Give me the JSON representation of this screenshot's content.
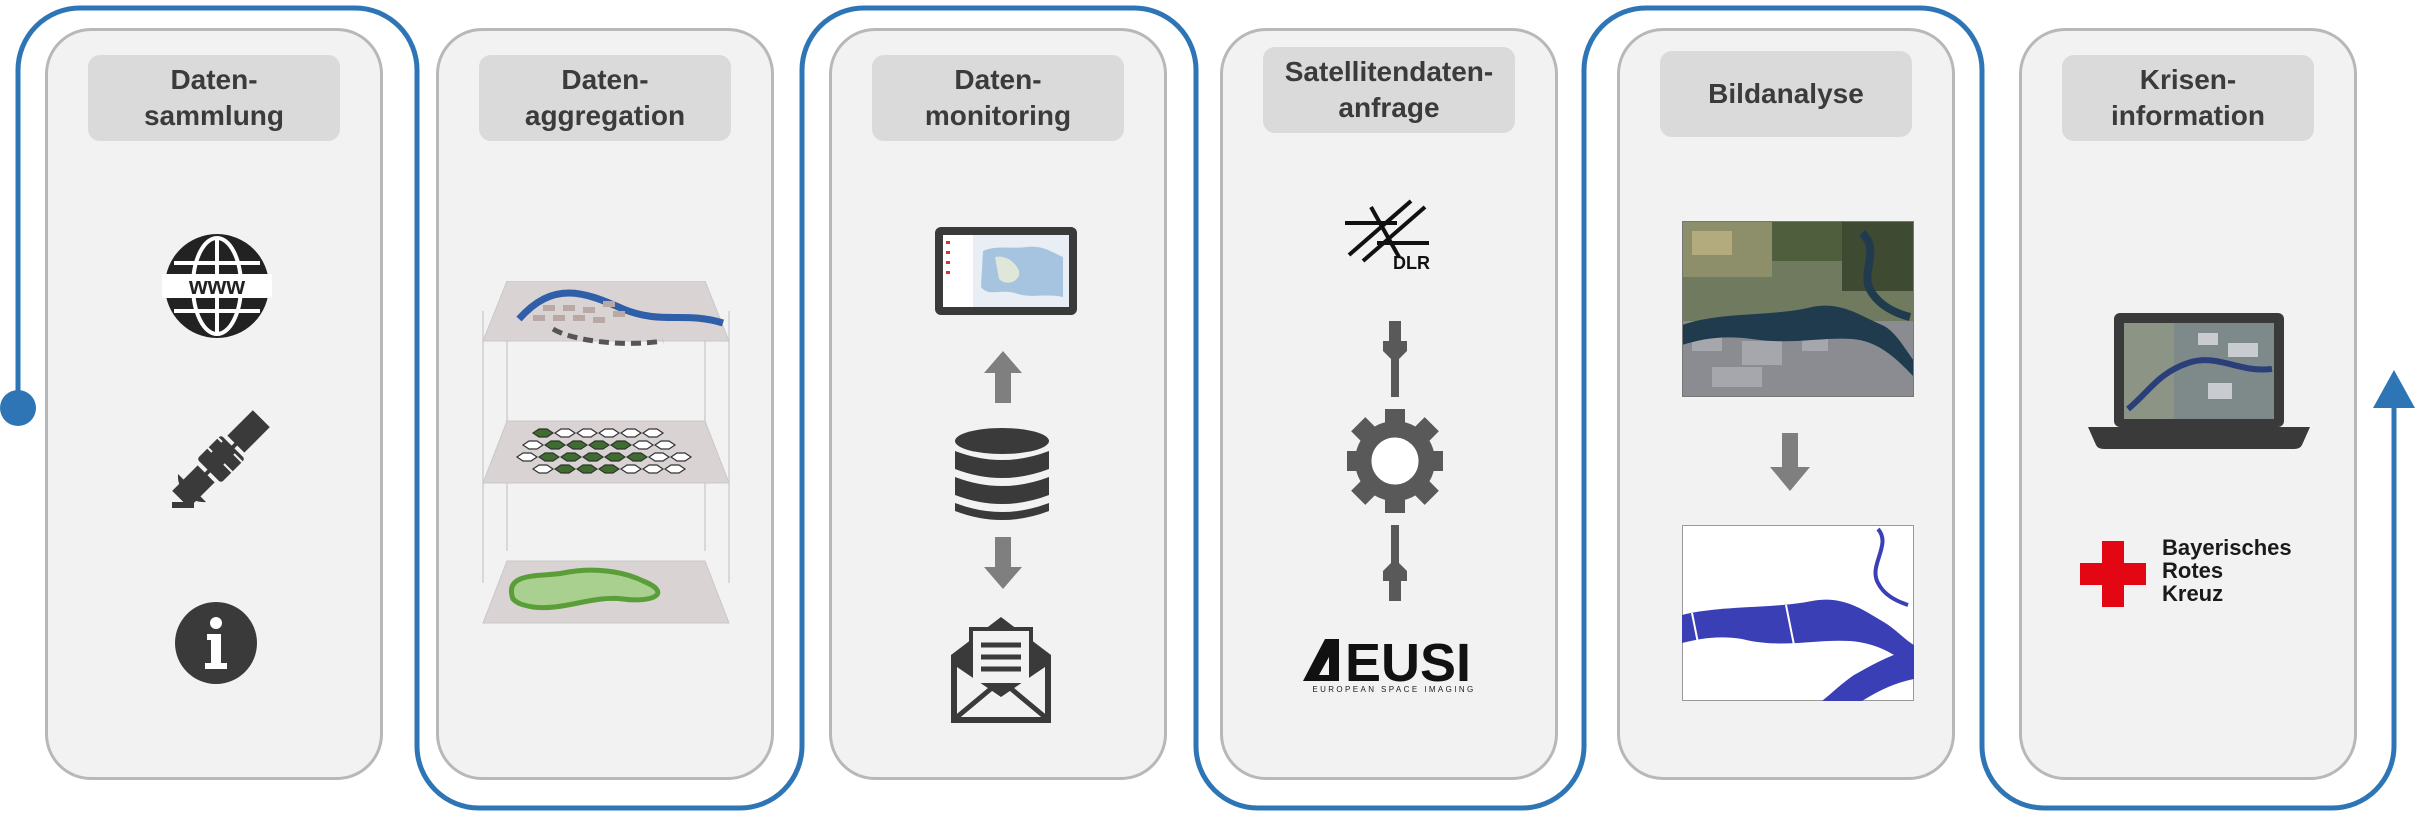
{
  "steps": [
    {
      "title_line1": "Daten-",
      "title_line2": "sammlung",
      "icons": [
        "www-globe-icon",
        "satellite-icon",
        "info-icon"
      ]
    },
    {
      "title_line1": "Daten-",
      "title_line2": "aggregation",
      "icons": [
        "map-layers-icon"
      ]
    },
    {
      "title_line1": "Daten-",
      "title_line2": "monitoring",
      "icons": [
        "tablet-map-icon",
        "arrow-up-icon",
        "database-icon",
        "arrow-down-icon",
        "mail-icon"
      ]
    },
    {
      "title_line1": "Satellitendaten-",
      "title_line2": "anfrage",
      "icons": [
        "dlr-logo",
        "gear-connector-icon",
        "eusi-logo"
      ]
    },
    {
      "title_line1": "Bildanalyse",
      "title_line2": "",
      "icons": [
        "satellite-image",
        "arrow-down-icon",
        "water-mask-image"
      ]
    },
    {
      "title_line1": "Krisen-",
      "title_line2": "information",
      "icons": [
        "laptop-map-icon",
        "red-cross-logo"
      ]
    }
  ],
  "logos": {
    "dlr": "DLR",
    "eusi": "EUSI",
    "eusi_sub": "EUROPEAN SPACE IMAGING",
    "brk_line1": "Bayerisches",
    "brk_line2": "Rotes",
    "brk_line3": "Kreuz"
  },
  "colors": {
    "flow_line": "#2e75b6",
    "card_bg": "#f2f2f2",
    "card_border": "#b8b8b8",
    "title_bg": "#dadada",
    "icon_dark": "#3a3a3a",
    "red_cross": "#e30613",
    "water_mask": "#3b3fb6"
  }
}
